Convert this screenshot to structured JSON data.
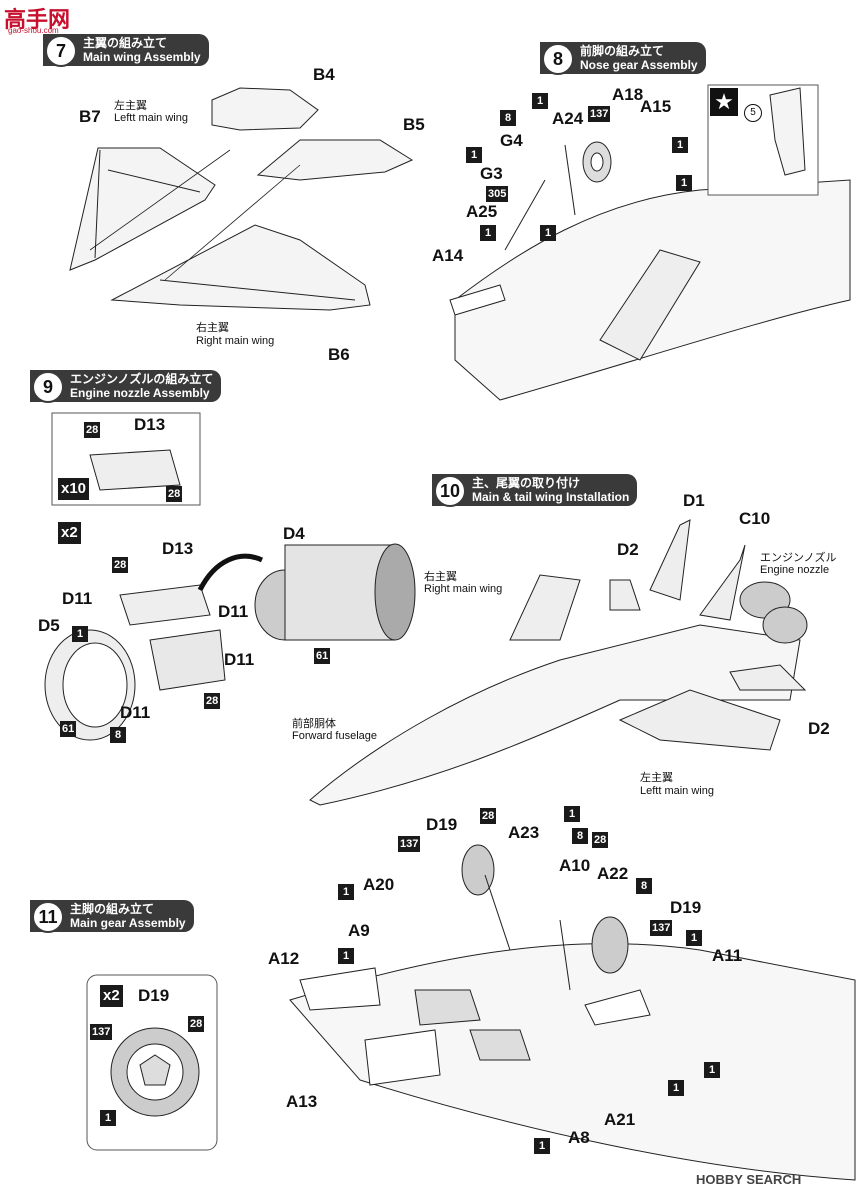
{
  "watermark_top": {
    "cn": "高手网",
    "url": "gao-shou.com"
  },
  "watermark_bottom": "HOBBY SEARCH",
  "steps": [
    {
      "num": "7",
      "jp": "主翼の組み立て",
      "en": "Main wing Assembly"
    },
    {
      "num": "8",
      "jp": "前脚の組み立て",
      "en": "Nose gear Assembly"
    },
    {
      "num": "9",
      "jp": "エンジンノズルの組み立て",
      "en": "Engine nozzle Assembly"
    },
    {
      "num": "10",
      "jp": "主、尾翼の取り付け",
      "en": "Main & tail wing Installation"
    },
    {
      "num": "11",
      "jp": "主脚の組み立て",
      "en": "Main gear Assembly"
    }
  ],
  "s7": {
    "B4": "B4",
    "B5": "B5",
    "B6": "B6",
    "B7": "B7",
    "left_jp": "左主翼",
    "left_en": "Leftt main wing",
    "right_jp": "右主翼",
    "right_en": "Right main wing"
  },
  "s8": {
    "A18": "A18",
    "A15": "A15",
    "A24": "A24",
    "G4": "G4",
    "G3": "G3",
    "A25": "A25",
    "A14": "A14",
    "b8": "8",
    "b137": "137",
    "b305": "305",
    "b1": "1",
    "c5": "5"
  },
  "s9": {
    "D13a": "D13",
    "D13b": "D13",
    "D11a": "D11",
    "D11b": "D11",
    "D11c": "D11",
    "D11d": "D11",
    "D5": "D5",
    "D4": "D4",
    "x10": "x10",
    "x2": "x2",
    "b28": "28",
    "b61": "61",
    "b8": "8",
    "b1": "1"
  },
  "s10": {
    "D1": "D1",
    "D2a": "D2",
    "D2b": "D2",
    "C10": "C10",
    "nozzle_jp": "エンジンノズル",
    "nozzle_en": "Engine nozzle",
    "right_jp": "右主翼",
    "right_en": "Right main wing",
    "fus_jp": "前部胴体",
    "fus_en": "Forward fuselage",
    "left_jp": "左主翼",
    "left_en": "Leftt main wing"
  },
  "s11": {
    "D19a": "D19",
    "D19b": "D19",
    "D19c": "D19",
    "A23": "A23",
    "A20": "A20",
    "A10": "A10",
    "A22": "A22",
    "A9": "A9",
    "A12": "A12",
    "A11": "A11",
    "A13": "A13",
    "A21": "A21",
    "A8": "A8",
    "x2": "x2",
    "b137": "137",
    "b28": "28",
    "b1": "1",
    "b8": "8"
  },
  "colors": {
    "dark": "#1a1a1a",
    "band": "#3a3a3a",
    "watermark_red": "#c8102e"
  }
}
